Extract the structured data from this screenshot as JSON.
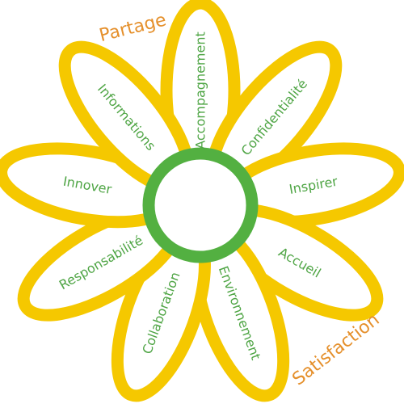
{
  "colors": {
    "petal_stroke": "#F5C800",
    "center_ring": "#53B041",
    "petal_label": "#4FA545",
    "corner_label": "#E5902C",
    "background": "#FFFFFF"
  },
  "corner_labels": {
    "top_left": "Partage",
    "bottom_right": "Satisfaction"
  },
  "petals": [
    {
      "label": "Accompagnement"
    },
    {
      "label": "Confidentialité"
    },
    {
      "label": "Inspirer"
    },
    {
      "label": "Accueil"
    },
    {
      "label": "Environnement"
    },
    {
      "label": "Collaboration"
    },
    {
      "label": "Responsabilité"
    },
    {
      "label": "Innover"
    },
    {
      "label": "Informations"
    }
  ]
}
